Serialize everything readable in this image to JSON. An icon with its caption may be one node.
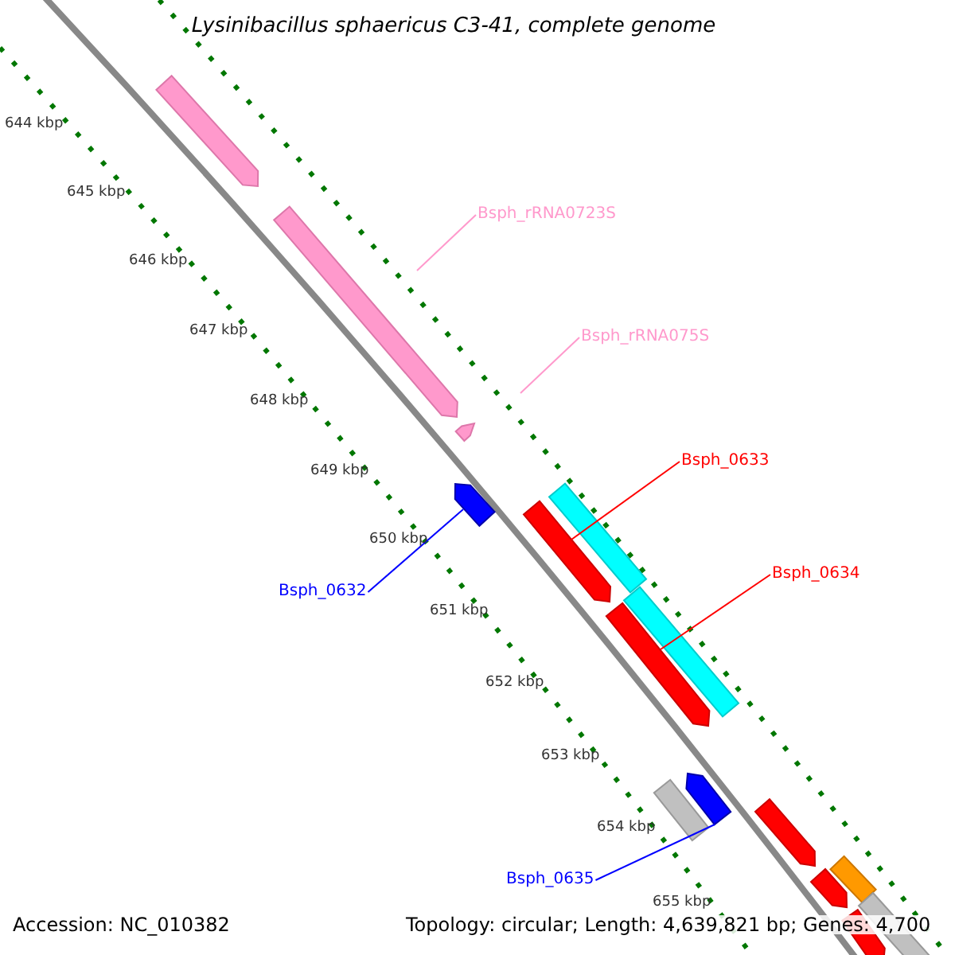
{
  "diagram": {
    "title": "Lysinibacillus sphaericus C3-41, complete genome",
    "nodes": [
      {
        "text": [
          "Bsph_rRNA0723S"
        ]
      },
      {
        "text": [],
        "shape": "arrow"
      },
      {
        "text": [
          "Bsph_rRNA075S"
        ]
      },
      {
        "text": [],
        "shape": "arrow"
      },
      {
        "text": [
          "Bsph_0633"
        ]
      },
      {
        "text": [],
        "shape": "arrow"
      },
      {
        "text": [
          "Bsph_0634"
        ]
      },
      {
        "text": [],
        "shape": "arrow"
      },
      {
        "text": [
          "Bsph_0632"
        ]
      },
      {
        "text": [],
        "shape": "arrow"
      },
      {
        "text": [
          "Bsph_0635"
        ]
      },
      {
        "text": [],
        "shape": "arrow"
      },
      {
        "text": [],
        "shape": "bar"
      },
      {
        "text": [],
        "shape": "bar"
      }
    ],
    "edges": [
      {
        "from": 0,
        "to": 1,
        "arrow": "none",
        "color": "#ff99cc"
      },
      {
        "from": 2,
        "to": 3,
        "arrow": "none",
        "color": "#ff99cc"
      },
      {
        "from": 4,
        "to": 5,
        "arrow": "none",
        "color": "#ff0000"
      },
      {
        "from": 6,
        "to": 7,
        "arrow": "none",
        "color": "#ff0000"
      },
      {
        "from": 8,
        "to": 9,
        "arrow": "none",
        "color": "#0000ff"
      },
      {
        "from": 10,
        "to": 11,
        "arrow": "none",
        "color": "#0000ff"
      }
    ],
    "labels": [
      "644 kbp",
      "645 kbp",
      "646 kbp",
      "647 kbp",
      "648 kbp",
      "649 kbp",
      "650 kbp",
      "651 kbp",
      "652 kbp",
      "653 kbp",
      "654 kbp",
      "655 kbp",
      "Accession: NC_010382",
      "Topology: circular; Length: 4,639,821 bp; Genes: 4,700"
    ]
  }
}
